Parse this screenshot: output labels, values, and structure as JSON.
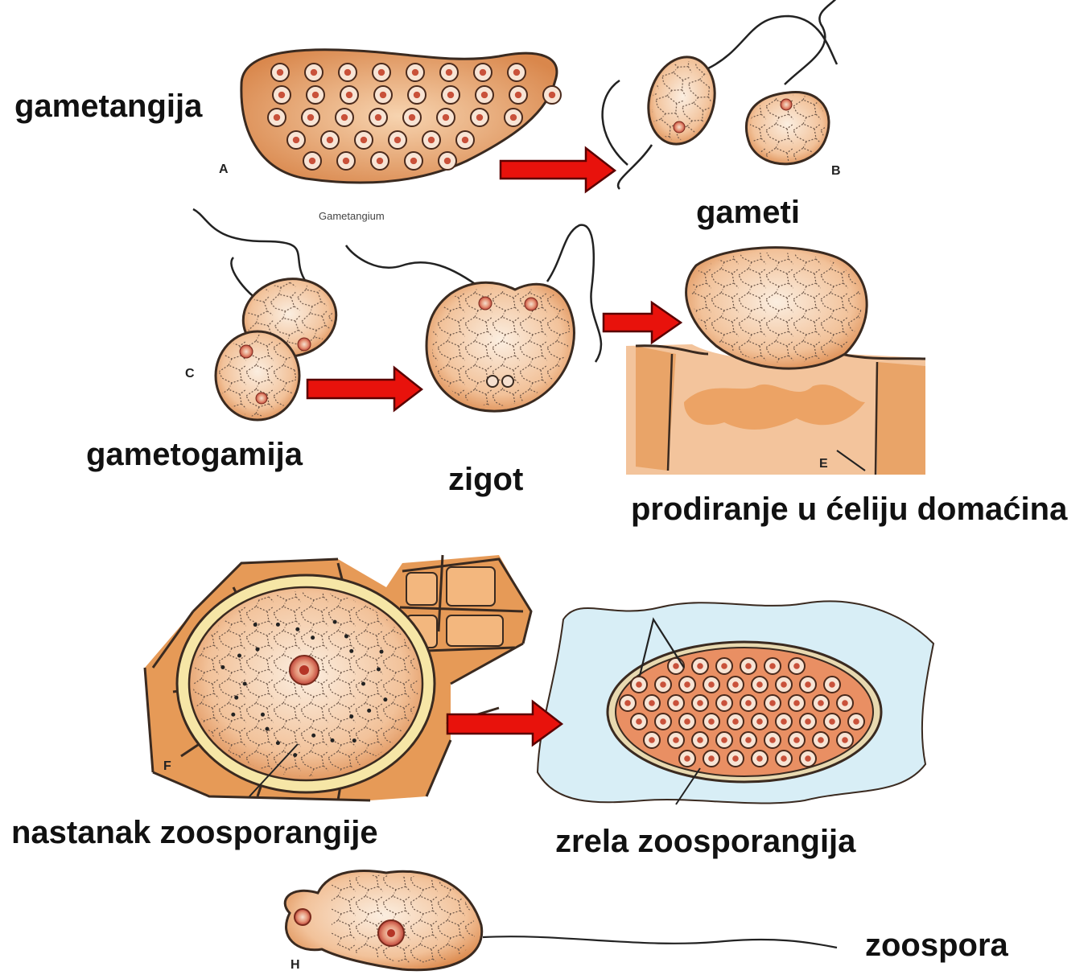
{
  "labels": {
    "gametangija": "gametangija",
    "gameti": "gameti",
    "gametogamija": "gametogamija",
    "zigot": "zigot",
    "prodiranje": "prodiranje u ćeliju domaćina",
    "nastanak": "nastanak zoosporangije",
    "zrela": "zrela zoosporangija",
    "zoospora": "zoospora"
  },
  "figure_letters": {
    "A": "A",
    "B": "B",
    "C": "C",
    "E": "E",
    "F": "F",
    "H": "H"
  },
  "figure_caption": "Gametangium",
  "colors": {
    "cell_fill": "#f2c29a",
    "cell_outline": "#3a2a20",
    "nucleus": "#c9513a",
    "arrow": "#e8120c",
    "host_wall": "#e69a57",
    "water": "#d8eef6"
  }
}
